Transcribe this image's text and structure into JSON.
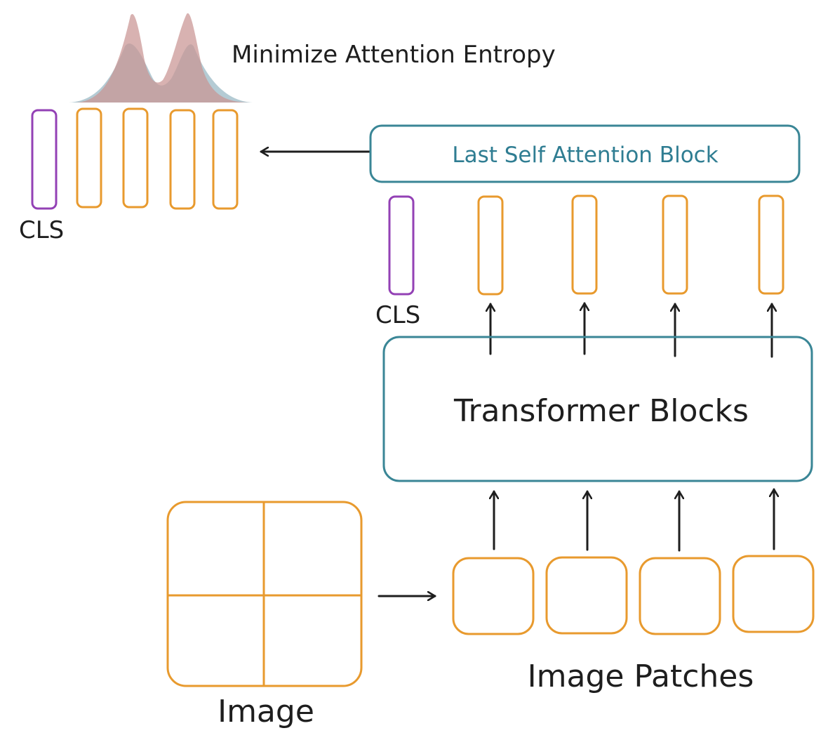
{
  "labels": {
    "entropy": "Minimize Attention Entropy",
    "cls_top": "CLS",
    "cls_mid": "CLS",
    "last_block": "Last Self Attention Block",
    "transformer": "Transformer Blocks",
    "image": "Image",
    "patches": "Image Patches"
  },
  "colors": {
    "orange": "#e89a2e",
    "purple": "#9341b5",
    "teal": "#3a8696",
    "arrow": "#1e1e1e",
    "text": "#1e1e1e",
    "teal_text": "#2f7d92",
    "dist_blue": "#9bb9c6",
    "dist_red": "#c99493"
  }
}
